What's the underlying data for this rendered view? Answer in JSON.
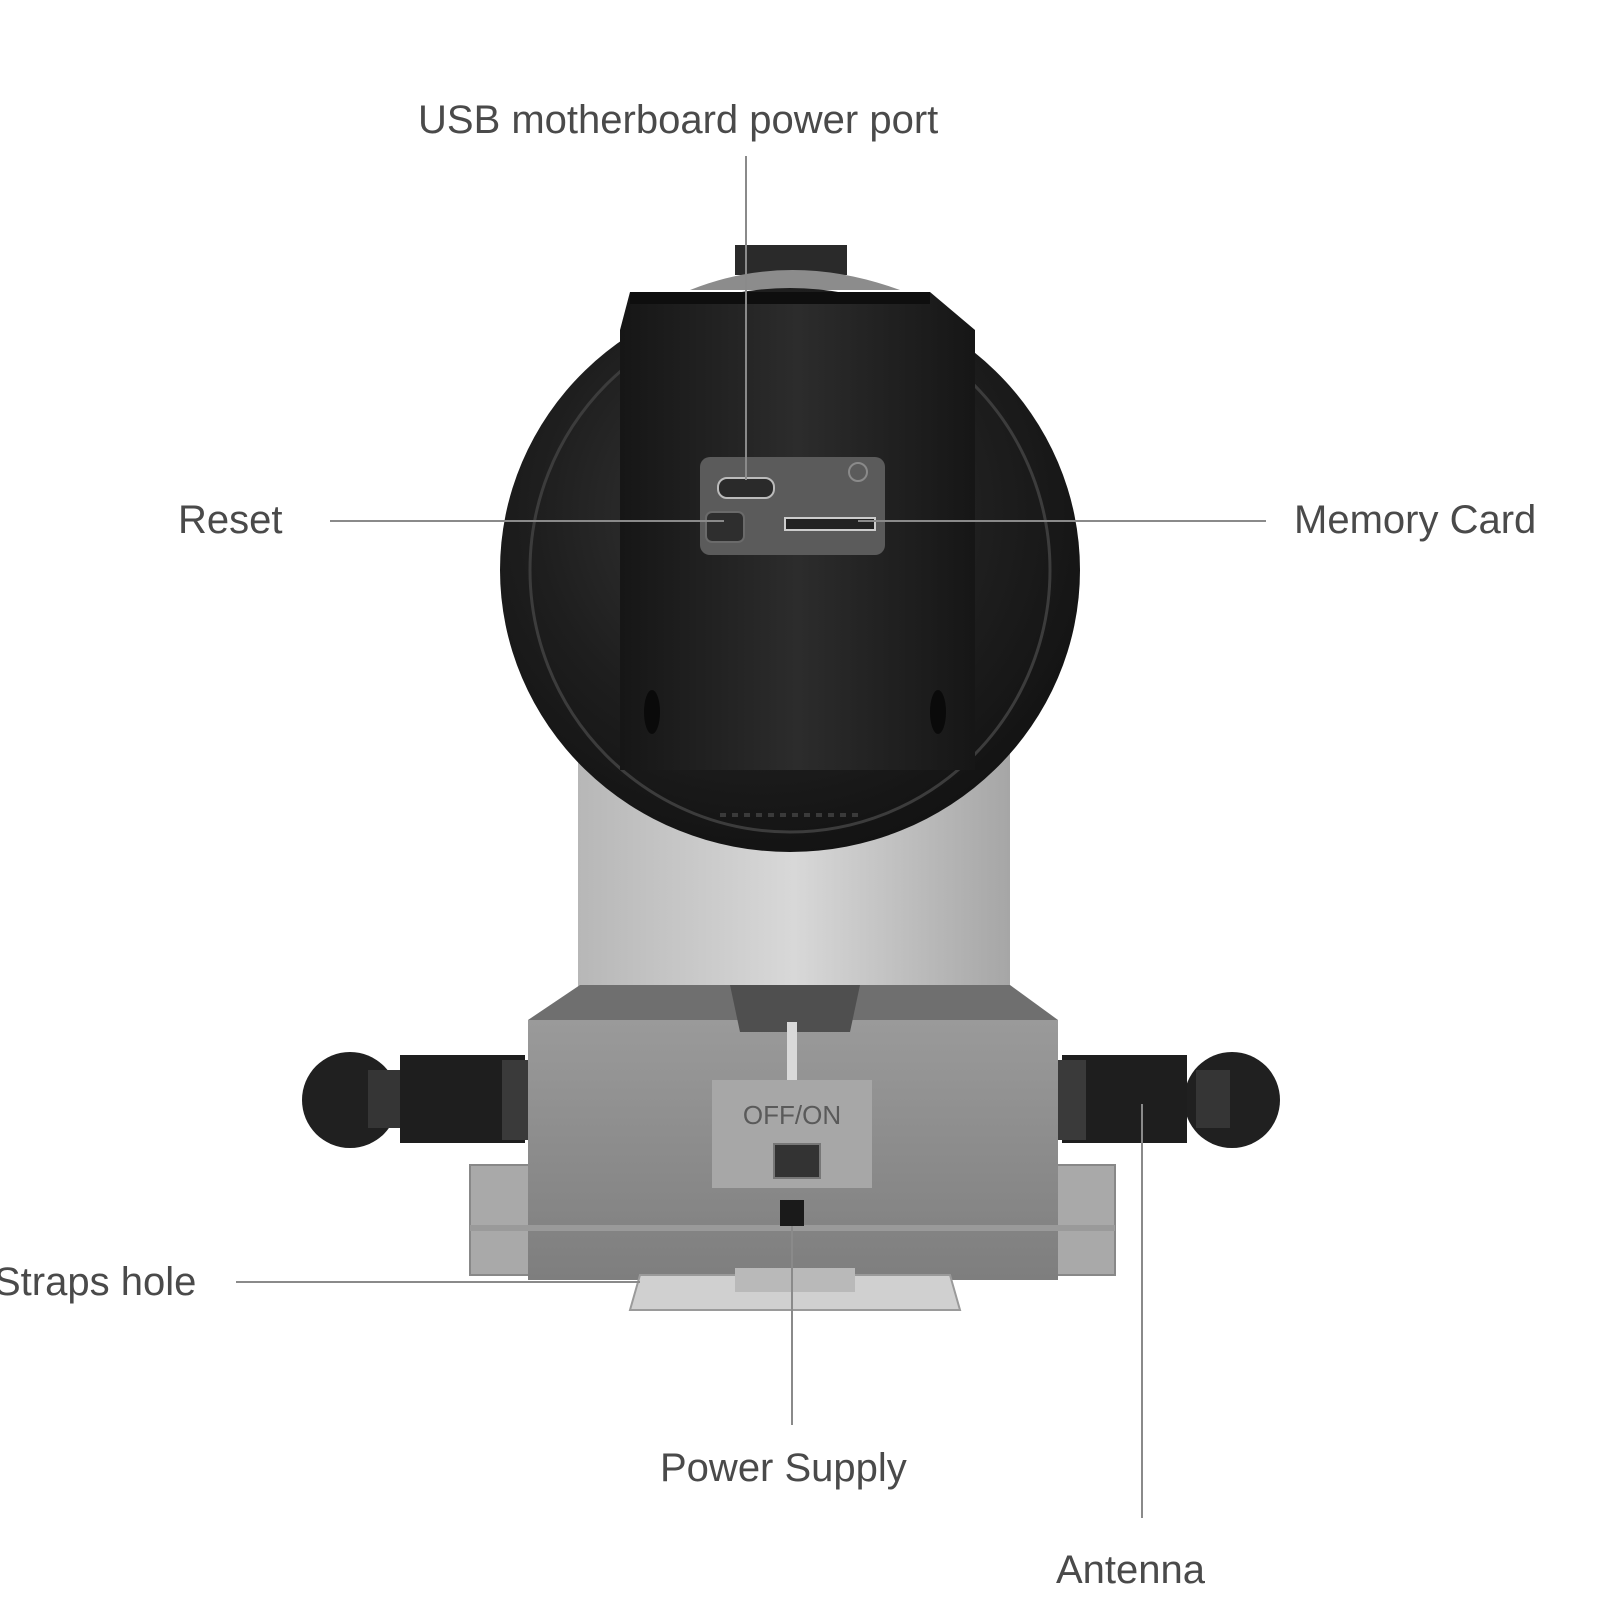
{
  "labels": {
    "usb_port": "USB motherboard power port",
    "reset": "Reset",
    "memory_card": "Memory Card",
    "straps_hole": "Straps hole",
    "power_supply": "Power Supply",
    "antenna": "Antenna"
  },
  "device": {
    "switch_text": "OFF/ON"
  },
  "colors": {
    "background": "#ffffff",
    "label_text": "#4a4a4a",
    "leader_line": "#8a8a8a",
    "camera_body": "#1c1c1c",
    "base_body": "#8c8c8c"
  }
}
